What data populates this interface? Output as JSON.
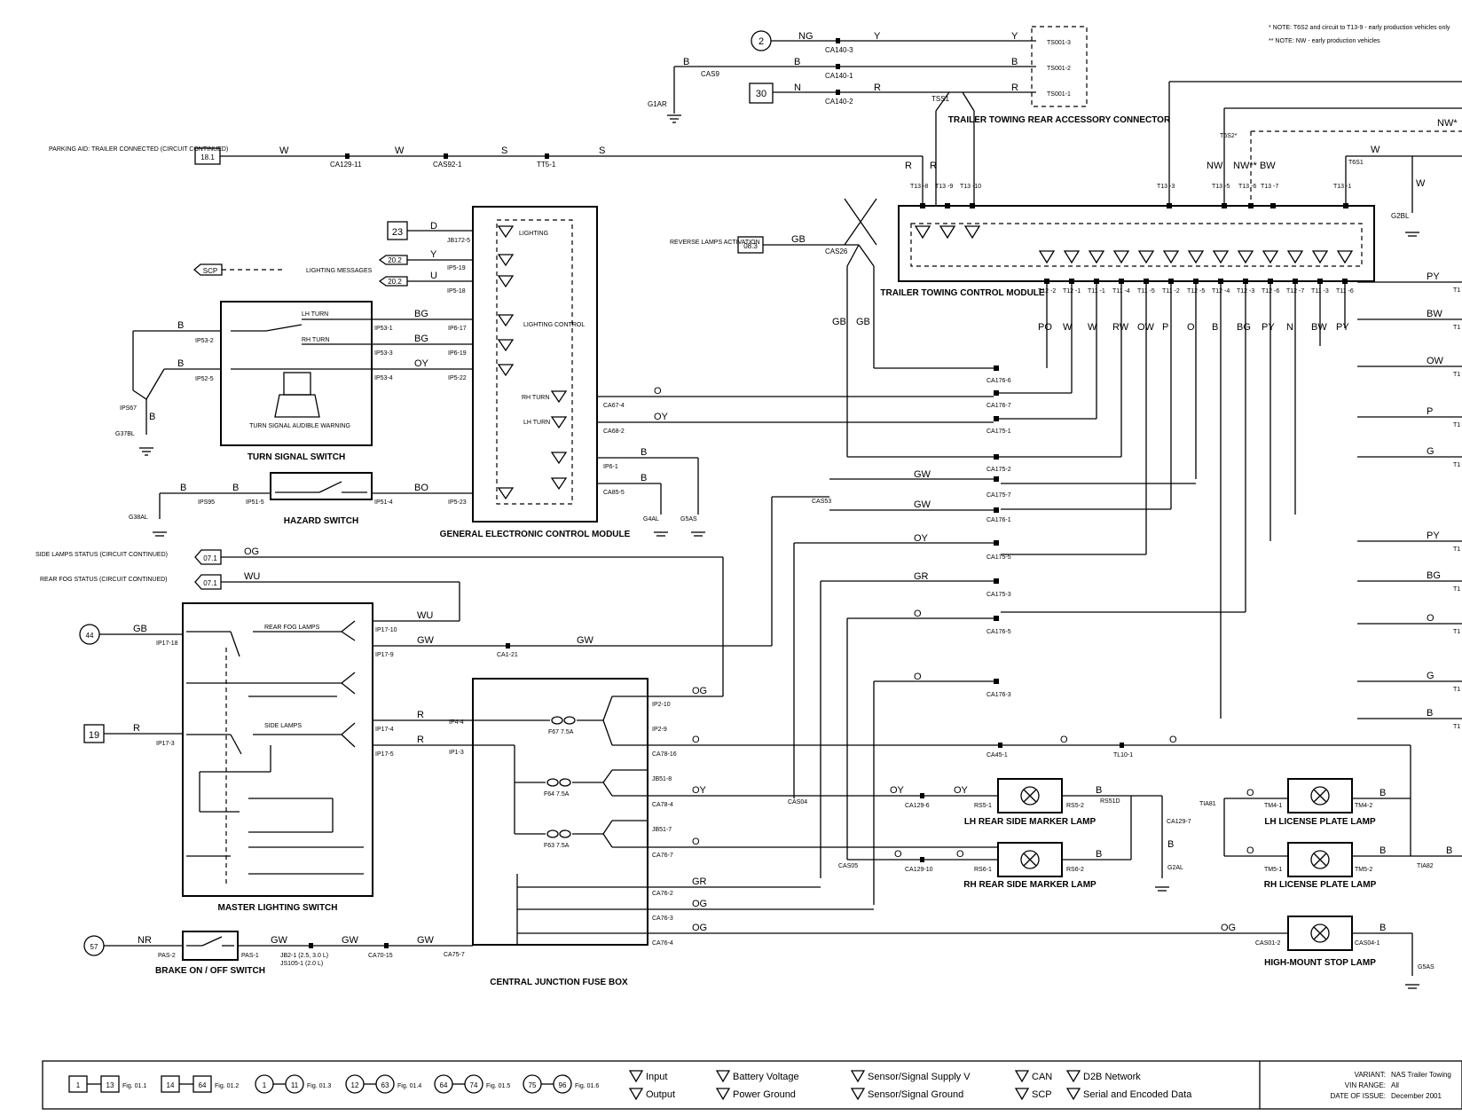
{
  "notes": {
    "n1": "* NOTE: T6S2 and circuit to T13-9 - early production vehicles only",
    "n2": "** NOTE: NW - early production vehicles"
  },
  "components": {
    "trailer_connector": "TRAILER TOWING REAR ACCESSORY CONNECTOR",
    "trailer_module": "TRAILER TOWING CONTROL MODULE",
    "gecm": "GENERAL ELECTRONIC CONTROL MODULE",
    "turn_signal_switch": "TURN SIGNAL SWITCH",
    "turn_audible": "TURN SIGNAL AUDIBLE WARNING",
    "hazard_switch": "HAZARD SWITCH",
    "master_lighting": "MASTER LIGHTING SWITCH",
    "cjb": "CENTRAL JUNCTION FUSE BOX",
    "brake_switch": "BRAKE ON / OFF SWITCH",
    "lh_side_marker": "LH REAR SIDE MARKER LAMP",
    "rh_side_marker": "RH REAR SIDE MARKER LAMP",
    "lh_license": "LH LICENSE PLATE LAMP",
    "rh_license": "RH LICENSE PLATE LAMP",
    "high_mount": "HIGH-MOUNT STOP LAMP"
  },
  "inner_labels": {
    "lighting": "LIGHTING",
    "lighting_control": "LIGHTING CONTROL",
    "rh_turn": "RH TURN",
    "lh_turn": "LH TURN",
    "lh_turn_sw": "LH TURN",
    "rh_turn_sw": "RH TURN",
    "rear_fog": "REAR FOG LAMPS",
    "side_lamps": "SIDE LAMPS",
    "lighting_messages": "LIGHTING MESSAGES"
  },
  "refs": {
    "r2": "2",
    "r30": "30",
    "r18": "18.1",
    "r23": "23",
    "r20a": "20.2",
    "r20b": "20.2",
    "scp": "SCP",
    "r08": "08.3",
    "r07a": "07.1",
    "r07b": "07.1",
    "r44": "44",
    "r19": "19",
    "r57": "57"
  },
  "ext_labels": {
    "parking_aid": "PARKING AID: TRAILER CONNECTED (CIRCUIT CONTINUED)",
    "reverse": "REVERSE LAMPS ACTIVATION",
    "side_status": "SIDE LAMPS STATUS (CIRCUIT CONTINUED)",
    "fog_status": "REAR FOG STATUS (CIRCUIT CONTINUED)"
  },
  "grounds": {
    "g1": "G1AR",
    "g2": "G37BL",
    "g3": "G38AL",
    "g4": "G4AL",
    "g5": "G5AS",
    "g6": "G2BL",
    "g7": "G2AL",
    "g8": "G5AS"
  },
  "connectors": {
    "ca1403": "CA140-3",
    "ca1401": "CA140-1",
    "ca1402": "CA140-2",
    "cas9": "CAS9",
    "ts1": "TS001-3",
    "ts2": "TS001-2",
    "ts3": "TS001-1",
    "tss1": "TSS1",
    "ca12911": "CA129-11",
    "cas921": "CAS92-1",
    "tt51": "TT5-1",
    "jb1725": "JB172-5",
    "ip519": "IP5-19",
    "ip518": "IP5-18",
    "ip531": "IP53-1",
    "ip533": "IP53-3",
    "ip534": "IP53-4",
    "ip532": "IP53-2",
    "ip525": "IP52-5",
    "ips67": "IPS67",
    "ip617": "IP6-17",
    "ip619": "IP6-19",
    "ip522": "IP5-22",
    "ip523": "IP5-23",
    "ca674": "CA67-4",
    "ca682": "CA68-2",
    "ip61": "IP6-1",
    "ca855": "CA85-5",
    "ips95": "IPS95",
    "ip515": "IP51-5",
    "ip514": "IP51-4",
    "cas26": "CAS26",
    "cas53": "CAS53",
    "ca1766": "CA176-6",
    "ca1767": "CA176-7",
    "ca1751": "CA175-1",
    "ca1752": "CA175-2",
    "ca1757": "CA175-7",
    "ca1761": "CA176-1",
    "ca1755": "CA175-5",
    "ca1753": "CA175-3",
    "ca1765": "CA176-5",
    "ca1763": "CA176-3",
    "ip1718": "IP17-18",
    "ip1710": "IP17-10",
    "ip179": "IP17-9",
    "ip173": "IP17-3",
    "ip174": "IP17-4",
    "ip175": "IP17-5",
    "ca121": "CA1-21",
    "ip44": "IP4-4",
    "ip13": "IP1-3",
    "ip210": "IP2-10",
    "ip29": "IP2-9",
    "ca7816": "CA78-16",
    "jb518": "JB51-8",
    "ca784": "CA78-4",
    "jb517": "JB51-7",
    "ca767": "CA76-7",
    "ca762": "CA76-2",
    "ca763": "CA76-3",
    "ca764": "CA76-4",
    "ca757": "CA75-7",
    "cas04": "CAS04",
    "cas05": "CAS05",
    "ca1296": "CA129-6",
    "ca12910": "CA129-10",
    "ca1297": "CA129-7",
    "rs51": "RS5-1",
    "rs52": "RS5-2",
    "rs61": "RS6-1",
    "rs62": "RS6-2",
    "rs51d": "RS51D",
    "ca451": "CA45-1",
    "tl101": "TL10-1",
    "tia81": "TIA81",
    "tia82": "TIA82",
    "tm41": "TM4-1",
    "tm42": "TM4-2",
    "tm51": "TM5-1",
    "tm52": "TM5-2",
    "cas012": "CAS01-2",
    "cas041": "CAS04-1",
    "pas2": "PAS-2",
    "pas1": "PAS-1",
    "ca7015": "CA70-15",
    "jb2": "JB2-1 (2.5, 3.0 L)",
    "jb3": "JS105-1 (2.0 L)",
    "f67": "F67 7.5A",
    "f64": "F64 7.5A",
    "f63": "F63 7.5A",
    "t6s2": "T6S2*",
    "t6s1": "T6S1"
  },
  "pins_top": [
    "T13 -8",
    "T13 -9",
    "T13 -10",
    "T13 -3",
    "T13 -5",
    "T13 -6",
    "T13 -7",
    "T13 -1"
  ],
  "pins_bottom": [
    "T12 -2",
    "T12 -1",
    "T11 -1",
    "T11 -4",
    "T11 -5",
    "T11 -2",
    "T12 -5",
    "T12 -4",
    "T12 -3",
    "T12 -6",
    "T12 -7",
    "T11 -3",
    "T11 -6"
  ],
  "bottom_wires": [
    "PO",
    "W",
    "W",
    "RW",
    "OW",
    "P",
    "O",
    "B",
    "BG",
    "PY",
    "N",
    "BW",
    "PY"
  ],
  "top_pin_colors": [
    "R",
    "R",
    "",
    "",
    "NW",
    "NW** BW",
    "",
    ""
  ],
  "wires": {
    "ng": "NG",
    "y": "Y",
    "y2": "Y",
    "b1": "B",
    "b2": "B",
    "b3": "B",
    "n": "N",
    "r1": "R",
    "r2": "R",
    "w1": "W",
    "w2": "W",
    "s1": "S",
    "s2": "S",
    "nw1": "NW*",
    "w3": "W",
    "w4": "W",
    "gb1": "GB",
    "gb2": "GB",
    "gb3": "GB",
    "o1": "O",
    "oy1": "OY",
    "gw1": "GW",
    "gw2": "GW",
    "gw3": "GW",
    "gw4": "GW",
    "oy2": "OY",
    "gr1": "GR",
    "o2": "O",
    "o3": "O",
    "og1": "OG",
    "wu1": "WU",
    "wu2": "WU",
    "gb4": "GB",
    "r3": "R",
    "r4": "R",
    "r5": "R",
    "og2": "OG",
    "o4": "O",
    "o5": "O",
    "o6": "O",
    "oy3": "OY",
    "oy4": "OY",
    "oy5": "OY",
    "gr2": "GR",
    "og3": "OG",
    "og4": "OG",
    "nr1": "NR",
    "gw5": "GW",
    "gw6": "GW",
    "gw7": "GW",
    "d": "D",
    "u": "U",
    "bg1": "BG",
    "bg2": "BG",
    "oy6": "OY",
    "bo": "BO",
    "bl1": "B",
    "bl2": "B",
    "bl3": "B",
    "bl4": "B",
    "bl5": "B",
    "bl6": "B",
    "bl7": "B",
    "bl8": "B",
    "bl9": "B",
    "bl10": "B",
    "bl11": "B",
    "bl12": "B",
    "bl13": "B",
    "bl14": "B",
    "o7": "O",
    "o8": "O",
    "o9": "O",
    "o10": "O"
  },
  "right_edge": [
    "PY",
    "BW",
    "OW",
    "P",
    "G",
    "PY",
    "BG",
    "O",
    "G",
    "B"
  ],
  "right_pins": [
    "T1",
    "T1",
    "T1",
    "T1",
    "T1",
    "T1",
    "T1",
    "T1",
    "T1",
    "T1"
  ],
  "legend": {
    "input": "Input",
    "output": "Output",
    "battery": "Battery Voltage",
    "power_gnd": "Power Ground",
    "sensor_v": "Sensor/Signal Supply V",
    "sensor_g": "Sensor/Signal Ground",
    "can": "CAN",
    "scp": "SCP",
    "d2b": "D2B Network",
    "serial": "Serial and Encoded Data",
    "f1a": "1",
    "f1b": "13",
    "f1": "Fig. 01.1",
    "f2a": "14",
    "f2b": "64",
    "f2": "Fig. 01.2",
    "f3a": "1",
    "f3b": "11",
    "f3": "Fig. 01.3",
    "f4a": "12",
    "f4b": "63",
    "f4": "Fig. 01.4",
    "f5a": "64",
    "f5b": "74",
    "f5": "Fig. 01.5",
    "f6a": "75",
    "f6b": "96",
    "f6": "Fig. 01.6"
  },
  "info": {
    "variant_label": "VARIANT:",
    "variant": "NAS Trailer Towing",
    "vin_label": "VIN RANGE:",
    "vin": "All",
    "date_label": "DATE OF ISSUE:",
    "date": "December 2001"
  }
}
